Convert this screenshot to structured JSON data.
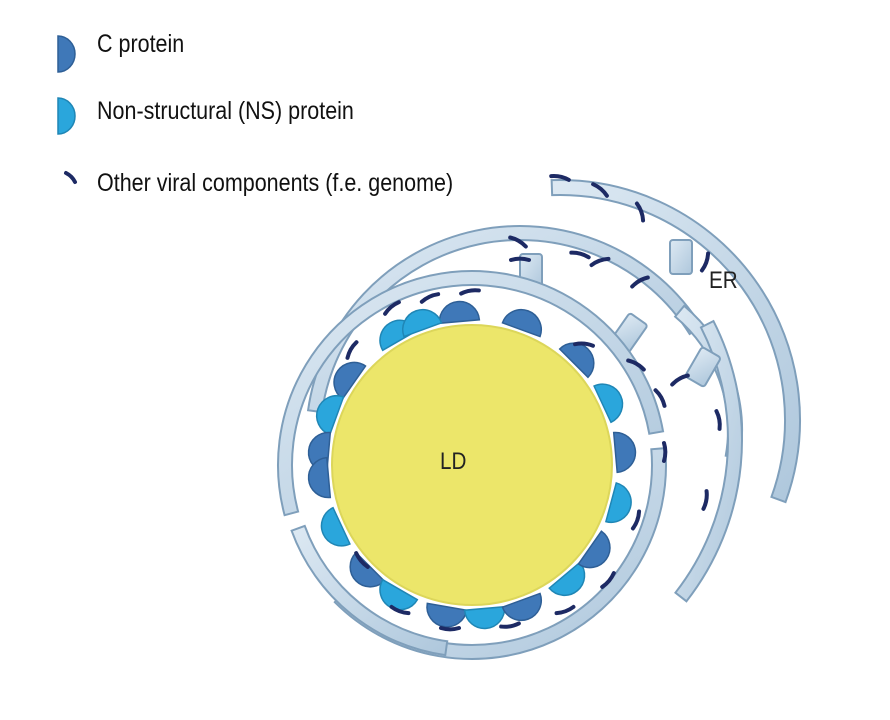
{
  "legend": {
    "c_protein": {
      "label": "C protein",
      "icon": "c-protein-icon",
      "color": "#3f78b8"
    },
    "ns_protein": {
      "label": "Non-structural (NS) protein",
      "icon": "ns-protein-icon",
      "color": "#2aa6dc"
    },
    "viral_components": {
      "label": "Other viral components (f.e. genome)",
      "icon": "genome-strand-icon",
      "color": "#1d2a64"
    }
  },
  "labels": {
    "er": "ER",
    "ld": "LD"
  },
  "colors": {
    "lipid_droplet": "#ece66a",
    "er_membrane_fill": "#c6dae9",
    "er_membrane_stroke": "#7f9fbb"
  }
}
